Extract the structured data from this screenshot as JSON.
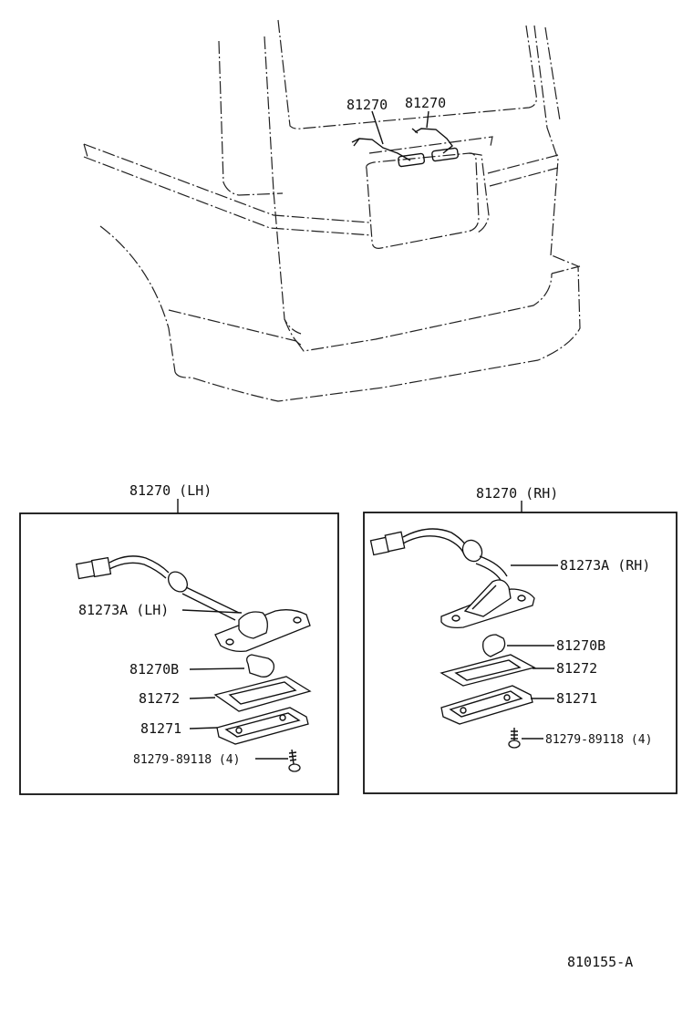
{
  "overview": {
    "callout_left": "81270",
    "callout_right": "81270"
  },
  "lh_panel": {
    "title": "81270 (LH)",
    "socket": "81273A (LH)",
    "bulb": "81270B",
    "gasket": "81272",
    "lens": "81271",
    "screw": "81279-89118 (4)"
  },
  "rh_panel": {
    "title": "81270 (RH)",
    "socket": "81273A (RH)",
    "bulb": "81270B",
    "gasket": "81272",
    "lens": "81271",
    "screw": "81279-89118 (4)"
  },
  "figure_id": "810155-A"
}
